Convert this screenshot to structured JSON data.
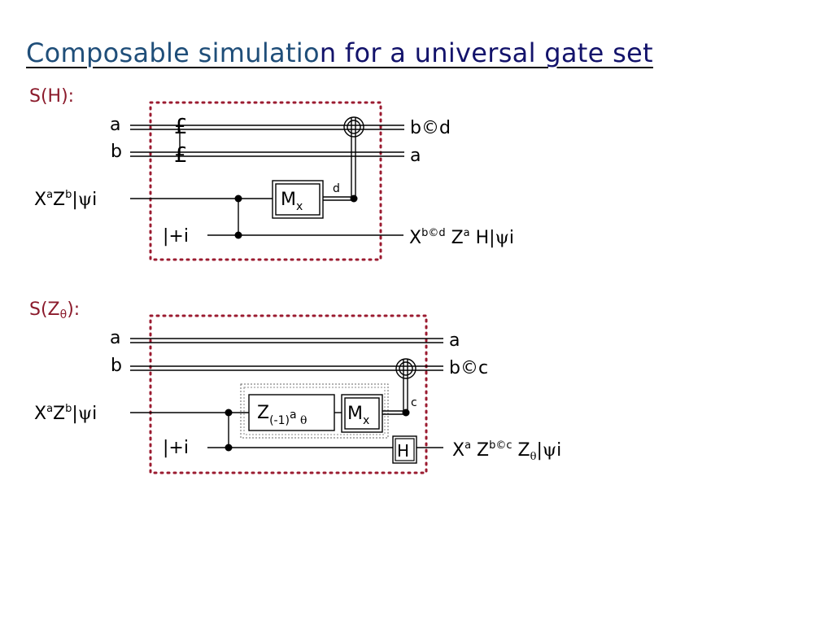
{
  "title": {
    "part1": "Composable simulatio",
    "part2": "n for a universal gate set"
  },
  "colors": {
    "title_start": "#1f4e79",
    "title_end": "#13136b",
    "section": "#8b1a2b",
    "dotted_box": "#9b1b30"
  },
  "section_h": {
    "label": "S(H):",
    "input_a": "a",
    "input_b": "b",
    "input_state": {
      "base1": "X",
      "sup1": "a",
      "base2": "Z",
      "sup2": "b",
      "ket_open": "|",
      "psi": "ψ",
      "ket_close": "i"
    },
    "ancilla": "|+i",
    "swap_mark": "£",
    "gate_mx": {
      "base": "M",
      "sub": "x"
    },
    "wire_label_d": "d",
    "out_top": "b©d",
    "out_mid": "a",
    "out_state": {
      "base1": "X",
      "sup1": "b©d",
      "base2": " Z",
      "sup2": "a",
      "tail": " H|",
      "psi": "ψ",
      "ket_close": "i"
    }
  },
  "section_z": {
    "label": {
      "base": "S(Z",
      "sub": "θ",
      "tail": "):"
    },
    "input_a": "a",
    "input_b": "b",
    "input_state": {
      "base1": "X",
      "sup1": "a",
      "base2": "Z",
      "sup2": "b",
      "ket_open": "|",
      "psi": "ψ",
      "ket_close": "i"
    },
    "ancilla": "|+i",
    "gate_z": {
      "base": "Z",
      "sub1": "(-1)",
      "sup": "a",
      "theta": " θ"
    },
    "gate_mx": {
      "base": "M",
      "sub": "x"
    },
    "gate_h": "H",
    "wire_label_c": "c",
    "out_top": "a",
    "out_mid": "b©c",
    "out_state": {
      "base1": "X",
      "sup1": "a",
      "base2": " Z",
      "sup2": "b©c",
      "base3": " Z",
      "sub3": "θ",
      "bar": "|",
      "psi": "ψ",
      "ket_close": "i"
    }
  }
}
